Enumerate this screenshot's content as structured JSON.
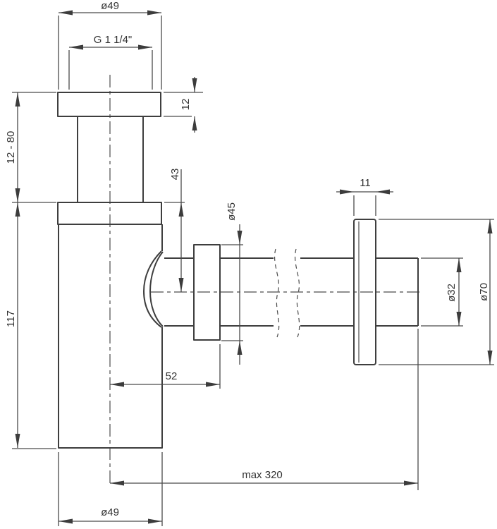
{
  "drawing": {
    "kind": "technical dimension drawing",
    "subject": "bottle trap siphon with horizontal wall outlet, side elevation",
    "colors": {
      "object_line": "#3e3e3e",
      "dimension_line": "#4a4a4a",
      "text": "#333333",
      "background": "#ffffff"
    },
    "labels": {
      "top_diameter": "ø49",
      "thread_size": "G 1 1/4\"",
      "flange_thickness": "12",
      "adjustment_range": "12 - 80",
      "body_height": "117",
      "outlet_center_height": "43",
      "nut_diameter": "ø45",
      "outlet_offset": "52",
      "rosette_depth": "11",
      "pipe_diameter": "ø32",
      "rosette_diameter": "ø70",
      "max_reach": "max 320",
      "bottom_diameter": "ø49"
    }
  }
}
